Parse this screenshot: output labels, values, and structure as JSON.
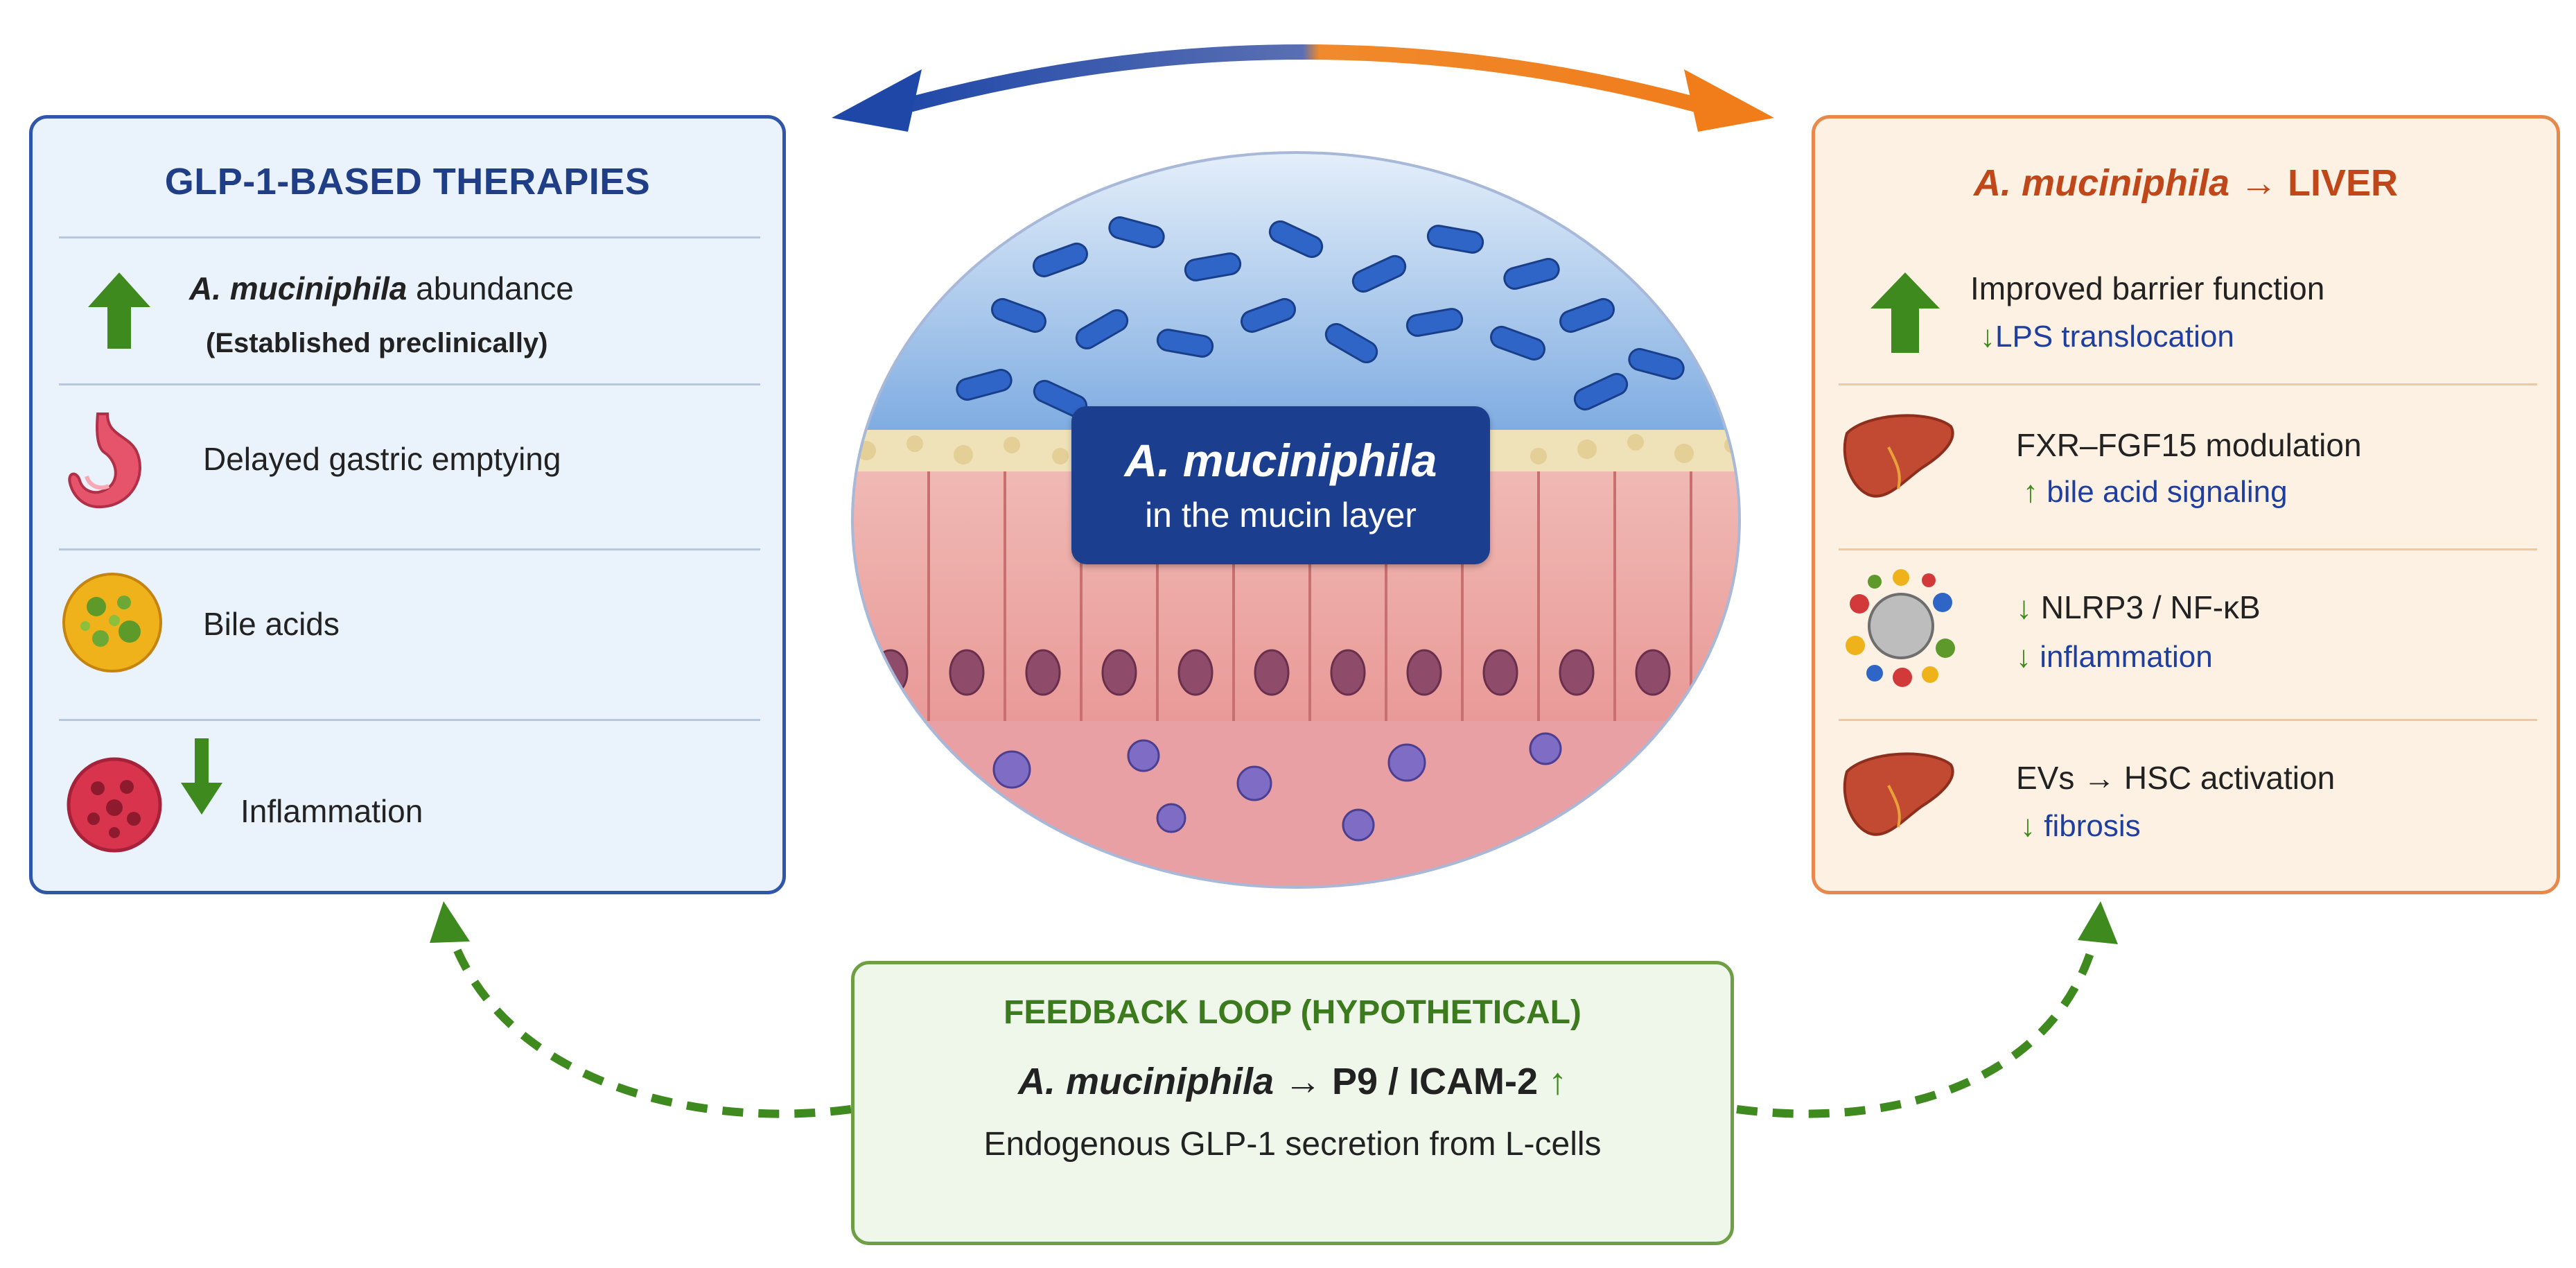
{
  "left_panel": {
    "title": "GLP-1-BASED THERAPIES",
    "rows": [
      {
        "icon": "up-arrow-icon",
        "text_italic": "A. muciniphila",
        "text": " abundance",
        "note": "(Established preclinically)"
      },
      {
        "icon": "stomach-icon",
        "text": "Delayed gastric emptying"
      },
      {
        "icon": "bile-acid-droplet-icon",
        "text": "Bile acids"
      },
      {
        "icon": "immune-cell-icon",
        "icon2": "down-arrow-icon",
        "text": "Inflammation"
      }
    ]
  },
  "center": {
    "label_line1": "A. muciniphila",
    "label_line2": "in the mucin layer"
  },
  "right_panel": {
    "title_italic": "A. muciniphila",
    "title_arrow": "→",
    "title_rest": "LIVER",
    "rows": [
      {
        "icon": "up-arrow-icon",
        "text": "Improved barrier function",
        "sub_arrow": "↓",
        "sub": "LPS translocation"
      },
      {
        "icon": "liver-icon",
        "text": "FXR–FGF15 modulation",
        "sub_arrow": "↑",
        "sub": "bile acid signaling"
      },
      {
        "icon": "inflammasome-icon",
        "text_arrow": "↓",
        "text": "NLRP3 / NF-κB",
        "sub_arrow": "↓",
        "sub": "inflammation"
      },
      {
        "icon": "liver-icon",
        "text": "EVs → HSC activation",
        "sub_arrow": "↓",
        "sub": "fibrosis"
      }
    ]
  },
  "bottom_panel": {
    "title": "FEEDBACK LOOP (HYPOTHETICAL)",
    "line1_italic": "A. muciniphila",
    "line1_rest": " → P9 / ICAM-2 ",
    "line1_arrow": "↑",
    "line2": "Endogenous GLP-1 secretion from L-cells"
  },
  "colors": {
    "left_accent": "#2f56a8",
    "right_accent": "#e8884a",
    "feedback_accent": "#6f9f45",
    "up_down_arrow": "#3f8a1f",
    "center_label_bg": "#1b3f8e"
  }
}
